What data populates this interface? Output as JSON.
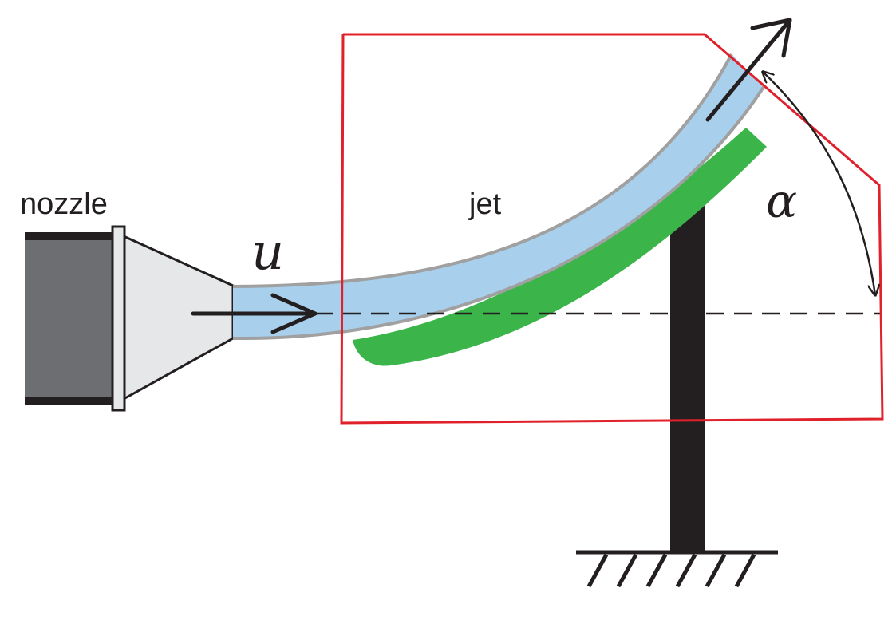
{
  "labels": {
    "nozzle": "nozzle",
    "jet": "jet",
    "velocity": "u",
    "angle": "α"
  },
  "colors": {
    "jet_fill": "#a8d0ec",
    "jet_edge": "#a0a0a0",
    "deposit": "#3bb54a",
    "control_volume": "#e0202a",
    "nozzle_body": "#6d6e71",
    "nozzle_cone": "#e6e7e8",
    "support": "#231f20",
    "arrow": "#231f20"
  }
}
